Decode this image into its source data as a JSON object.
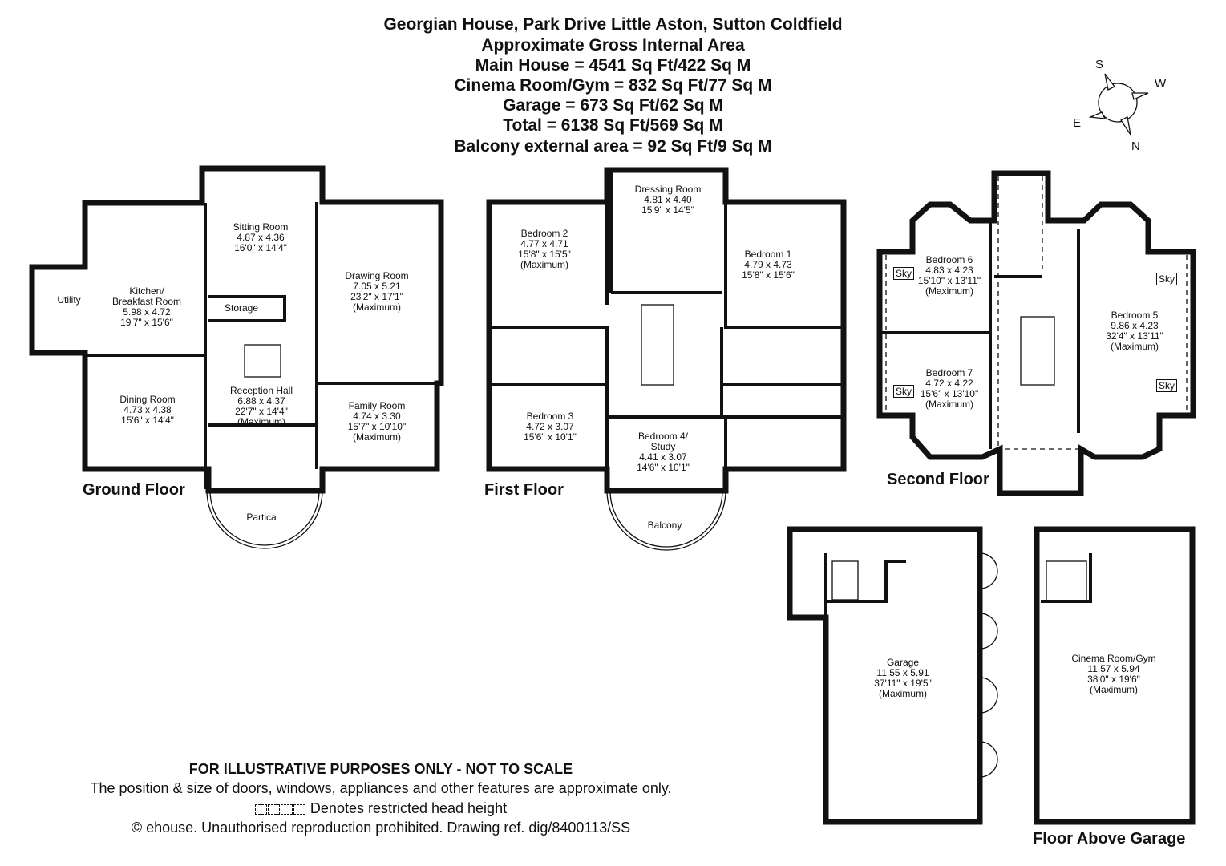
{
  "header": {
    "line1": "Georgian House, Park Drive Little Aston, Sutton Coldfield",
    "line2": "Approximate Gross Internal Area",
    "line3": "Main House = 4541 Sq Ft/422 Sq M",
    "line4": "Cinema Room/Gym = 832 Sq Ft/77 Sq M",
    "line5": "Garage = 673 Sq Ft/62 Sq M",
    "line6": "Total = 6138 Sq Ft/569 Sq M",
    "line7": "Balcony external area = 92 Sq Ft/9 Sq M"
  },
  "compass": {
    "s": "S",
    "w": "W",
    "e": "E",
    "n": "N"
  },
  "floors": {
    "ground": "Ground Floor",
    "first": "First Floor",
    "second": "Second Floor",
    "garage_above": "Floor Above Garage"
  },
  "rooms": {
    "utility": "Utility",
    "kitchen": [
      "Kitchen/",
      "Breakfast Room",
      "5.98 x 4.72",
      "19'7\" x 15'6\""
    ],
    "sitting": [
      "Sitting Room",
      "4.87 x 4.36",
      "16'0\" x 14'4\""
    ],
    "drawing": [
      "Drawing Room",
      "7.05 x 5.21",
      "23'2\" x 17'1\"",
      "(Maximum)"
    ],
    "storage": "Storage",
    "reception": [
      "Reception Hall",
      "6.88 x 4.37",
      "22'7\" x 14'4\"",
      "(Maximum)"
    ],
    "dining": [
      "Dining Room",
      "4.73 x 4.38",
      "15'6\" x 14'4\""
    ],
    "family": [
      "Family Room",
      "4.74 x 3.30",
      "15'7\" x 10'10\"",
      "(Maximum)"
    ],
    "partica": "Partica",
    "dressing": [
      "Dressing Room",
      "4.81 x 4.40",
      "15'9\" x 14'5\""
    ],
    "bed2": [
      "Bedroom 2",
      "4.77 x 4.71",
      "15'8\" x 15'5\"",
      "(Maximum)"
    ],
    "bed1": [
      "Bedroom 1",
      "4.79 x 4.73",
      "15'8\" x 15'6\""
    ],
    "bed3": [
      "Bedroom 3",
      "4.72 x 3.07",
      "15'6\" x 10'1\""
    ],
    "bed4": [
      "Bedroom 4/",
      "Study",
      "4.41 x 3.07",
      "14'6\" x 10'1\""
    ],
    "balcony": "Balcony",
    "bed6": [
      "Bedroom 6",
      "4.83 x 4.23",
      "15'10\" x 13'11\"",
      "(Maximum)"
    ],
    "bed7": [
      "Bedroom 7",
      "4.72 x 4.22",
      "15'6\" x 13'10\"",
      "(Maximum)"
    ],
    "bed5": [
      "Bedroom 5",
      "9.86 x 4.23",
      "32'4\" x 13'11\"",
      "(Maximum)"
    ],
    "sky": "Sky",
    "garage": [
      "Garage",
      "11.55 x 5.91",
      "37'11\" x 19'5\"",
      "(Maximum)"
    ],
    "cinema": [
      "Cinema Room/Gym",
      "11.57 x 5.94",
      "38'0\" x 19'6\"",
      "(Maximum)"
    ]
  },
  "footer": {
    "line1": "FOR ILLUSTRATIVE PURPOSES ONLY - NOT TO SCALE",
    "line2": "The position & size of doors, windows, appliances and other features are approximate only.",
    "line3": "Denotes restricted head height",
    "line4": "© ehouse. Unauthorised reproduction prohibited. Drawing ref. dig/8400113/SS"
  }
}
